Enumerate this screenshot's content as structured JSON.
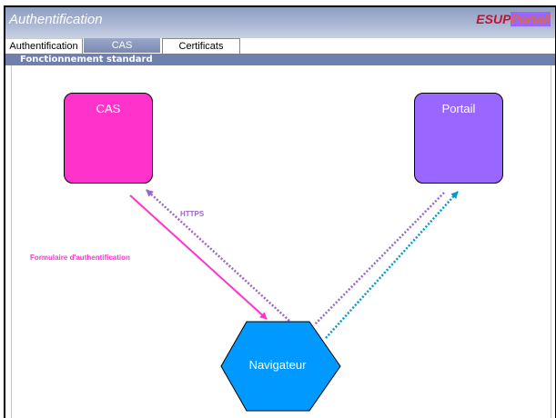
{
  "header": {
    "title": "Authentification",
    "logo_part1": "ESUP",
    "logo_part2": "Portail"
  },
  "tabs": [
    {
      "label": "Authentification"
    },
    {
      "label": "CAS"
    },
    {
      "label": "Certificats"
    }
  ],
  "section": {
    "title": "Fonctionnement standard"
  },
  "diagram": {
    "nodes": {
      "cas": "CAS",
      "portail": "Portail",
      "navigateur": "Navigateur"
    },
    "labels": {
      "https": "HTTPS",
      "formulaire": "Formulaire d'authentification"
    },
    "colors": {
      "cas": "#ff33cc",
      "portail": "#9966ff",
      "navigateur": "#0099ff",
      "dotted_purple": "#9966cc",
      "dotted_blue": "#0099cc"
    }
  }
}
